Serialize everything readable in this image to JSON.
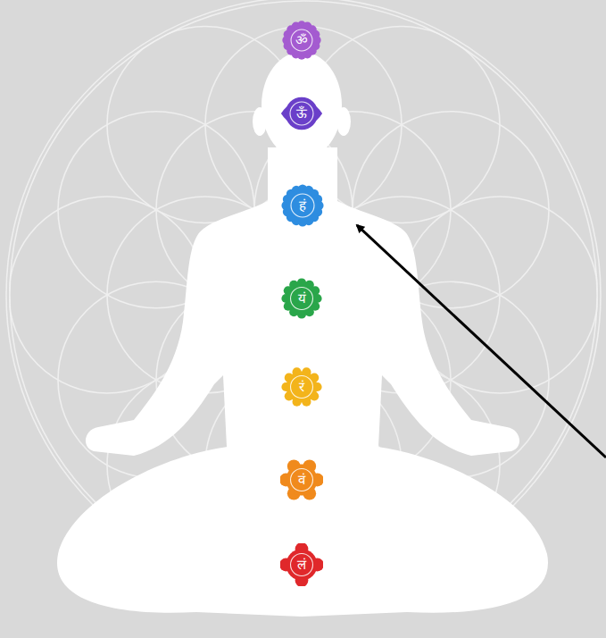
{
  "diagram": {
    "nodes": [
      {
        "text": [
          "ॐ"
        ]
      },
      {
        "text": [
          "ऊँ"
        ]
      },
      {
        "text": [
          "हं"
        ]
      },
      {
        "text": [
          "यं"
        ]
      },
      {
        "text": [
          "रं"
        ]
      },
      {
        "text": [
          "वं"
        ]
      },
      {
        "text": [
          "लं"
        ]
      }
    ]
  }
}
